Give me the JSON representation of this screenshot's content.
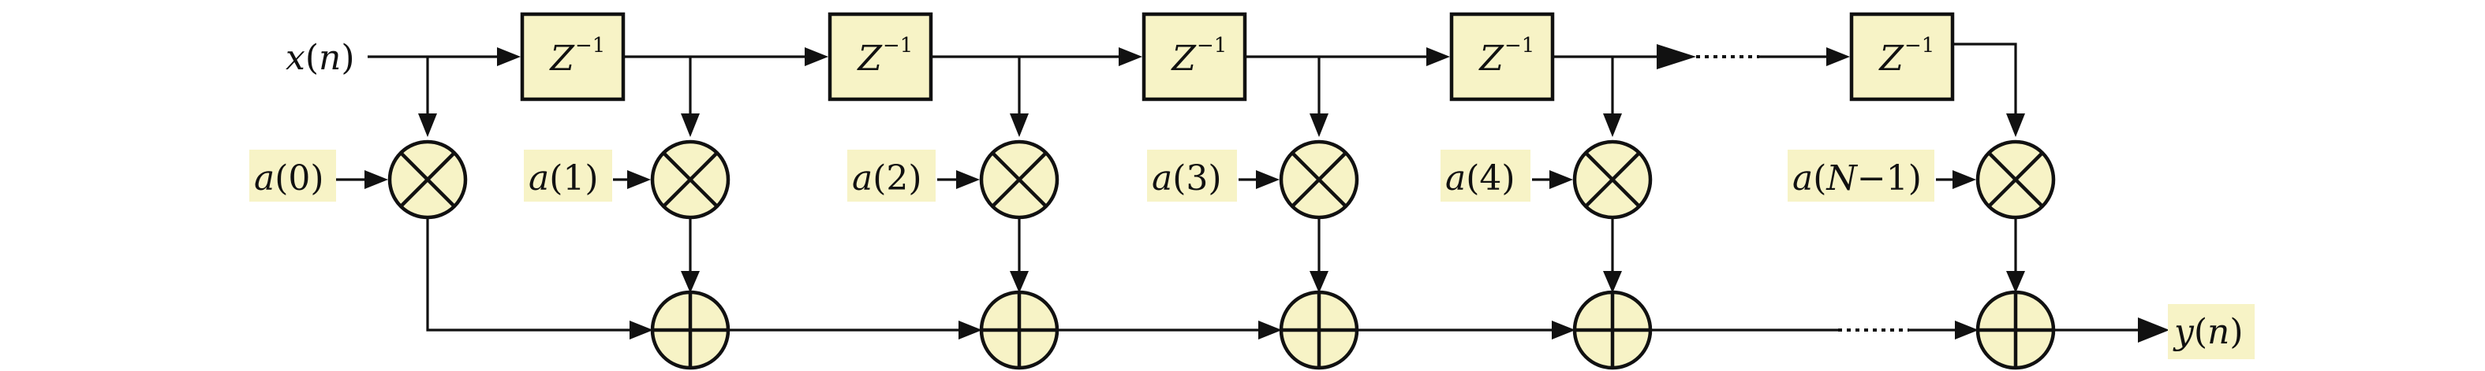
{
  "input_signal": {
    "name": "x",
    "arg": "n"
  },
  "output_signal": {
    "name": "y",
    "arg": "n"
  },
  "delay_label": {
    "base": "Z",
    "exponent": "−1"
  },
  "coefficient_symbol": "a",
  "coefficients": [
    "0",
    "1",
    "2",
    "3",
    "4",
    "N−1"
  ],
  "colors": {
    "node_fill": "#f7f3c6",
    "label_highlight": "#f7f3c6",
    "stroke": "#111111"
  },
  "icons": {
    "delay": "delay-box",
    "multiplier": "circle-times-icon",
    "adder": "circle-plus-icon"
  }
}
